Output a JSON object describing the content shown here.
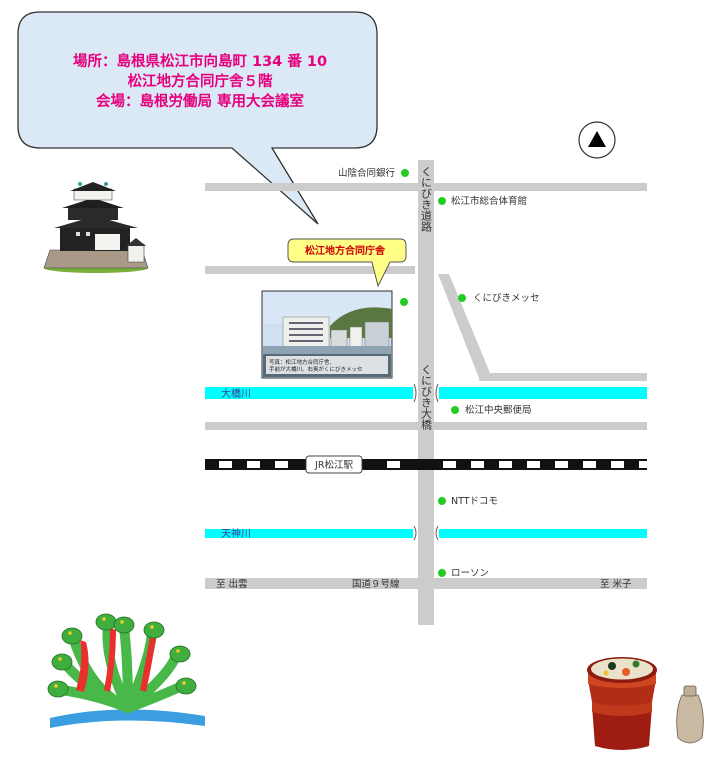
{
  "callout": {
    "line1": "場所：島根県松江市向島町 134 番 10",
    "line2": "松江地方合同庁舎５階",
    "line3": "会場：島根労働局  専用大会議室"
  },
  "building_tag": "松江地方合同庁舎",
  "photo_caption": {
    "line1": "写真：松江地方合同庁舎、",
    "line2": "手前が大橋川、右奥がくにびきメッセ"
  },
  "roads": {
    "main_vertical_upper": "くにびき道路",
    "main_vertical_lower": "くにびき大橋",
    "route9": "国道９号線",
    "west_end": "至  出雲",
    "east_end": "至  米子"
  },
  "rivers": {
    "ohashi": "大橋川",
    "tenjin": "天神川"
  },
  "railway": {
    "station": "JR松江駅"
  },
  "landmarks": [
    {
      "name": "山陰合同銀行"
    },
    {
      "name": "松江市総合体育館"
    },
    {
      "name": "くにびきメッセ"
    },
    {
      "name": "松江中央郵便局"
    },
    {
      "name": "NTTドコモ"
    },
    {
      "name": "ローソン"
    }
  ],
  "icons": {
    "north": "north-arrow-icon",
    "castle": "castle-icon",
    "dragon": "dragon-icon",
    "food": "bowl-icon"
  },
  "colors": {
    "road": "#cccccc",
    "river": "#00ffff",
    "landmark_dot": "#22cc22",
    "callout_bg": "#dbe8f6",
    "callout_text": "#e6007e",
    "tag_bg": "#ffff88",
    "tag_text": "#d00000"
  }
}
